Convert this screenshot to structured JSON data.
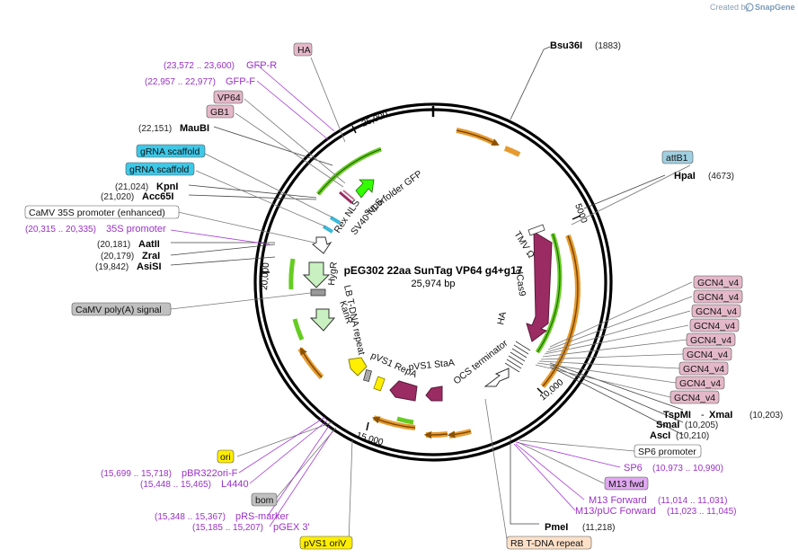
{
  "credit": "Created by",
  "brand": "SnapGene",
  "plasmid": {
    "name": "pEG302 22aa SunTag VP64 g4+g17",
    "size": "25,974 bp"
  },
  "ticks": [
    "25,000",
    "5000",
    "10,000",
    "15,000",
    "20,000"
  ],
  "enzymes": [
    {
      "name": "Bsu36I",
      "pos": "(1883)"
    },
    {
      "name": "HpaI",
      "pos": "(4673)"
    },
    {
      "name": "TspMI",
      "sep": "-",
      "name2": "XmaI",
      "pos": "(10,203)"
    },
    {
      "name": "SmaI",
      "pos": "(10,205)"
    },
    {
      "name": "AscI",
      "pos": "(10,210)"
    },
    {
      "name": "PmeI",
      "pos": "(11,218)"
    },
    {
      "name": "MauBI",
      "pos": "(22,151)"
    },
    {
      "name": "KpnI",
      "pos": "(21,024)"
    },
    {
      "name": "Acc65I",
      "pos": "(21,020)"
    },
    {
      "name": "AatII",
      "pos": "(20,181)"
    },
    {
      "name": "ZraI",
      "pos": "(20,179)"
    },
    {
      "name": "AsiSI",
      "pos": "(19,842)"
    }
  ],
  "primers": [
    {
      "name": "GFP-R",
      "pos": "(23,572 .. 23,600)"
    },
    {
      "name": "GFP-F",
      "pos": "(22,957 .. 22,977)"
    },
    {
      "name": "35S promoter",
      "pos": "(20,315 .. 20,335)"
    },
    {
      "name": "SP6",
      "pos": "(10,973 .. 10,990)"
    },
    {
      "name": "M13 Forward",
      "pos": "(11,014 .. 11,031)"
    },
    {
      "name": "M13/pUC Forward",
      "pos": "(11,023 .. 11,045)"
    },
    {
      "name": "pBR322ori-F",
      "pos": "(15,699 .. 15,718)"
    },
    {
      "name": "L4440",
      "pos": "(15,448 .. 15,465)"
    },
    {
      "name": "pRS-marker",
      "pos": "(15,348 .. 15,367)"
    },
    {
      "name": "pGEX 3'",
      "pos": "(15,185 .. 15,207)"
    }
  ],
  "boxes": {
    "ha": "HA",
    "vp64": "VP64",
    "gb1": "GB1",
    "grna1": "gRNA scaffold",
    "grna2": "gRNA scaffold",
    "camv_enh": "CaMV 35S promoter (enhanced)",
    "camv_polya": "CaMV poly(A) signal",
    "attb1": "attB1",
    "gcn4": "GCN4_v4",
    "sp6_promoter": "SP6 promoter",
    "m13fwd": "M13 fwd",
    "rb": "RB T-DNA repeat",
    "ori": "ori",
    "bom": "bom",
    "pvs1ori": "pVS1 oriV"
  },
  "inner": {
    "superfolder": "superfolder GFP",
    "rexnls": "Rex NLS",
    "sv40": "SV40 NLS",
    "hygr": "HygR",
    "lb": "LB T-DNA repeat",
    "kanr": "KanR",
    "tmv": "TMV Ω",
    "dcas9": "dCas9",
    "ha": "HA",
    "ocs": "OCS terminator",
    "pvs1staa": "pVS1 StaA",
    "pvs1repa": "pVS1 RepA"
  },
  "colors": {
    "gfp": "#33ff00",
    "enzyme_line": "#444444",
    "primer_line": "#a63bd6",
    "dcas9": "#9b2b63",
    "orange": "#e69a2e",
    "green_arrow": "#66cc22",
    "light_green": "#c8f0c0",
    "yellow": "#ffee00"
  }
}
